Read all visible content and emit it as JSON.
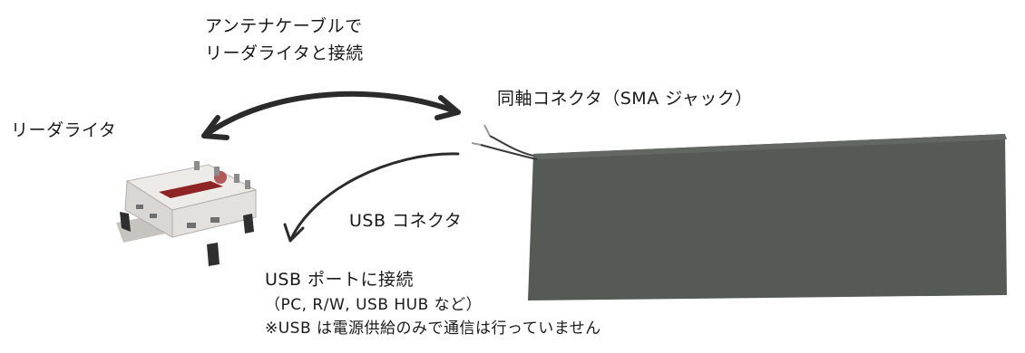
{
  "labels": {
    "cable_line1": "アンテナケーブルで",
    "cable_line2": "リーダライタと接続",
    "coax": "同軸コネクタ（SMA ジャック）",
    "reader": "リーダライタ",
    "usb_connector": "USB コネクタ",
    "usb_port": "USB ポートに接続",
    "usb_examples": "（PC, R/W,  USB HUB など）",
    "usb_note": "※USB は電源供給のみで通信は行っていません"
  },
  "colors": {
    "arrow": "#2b2b2b",
    "antenna_mat": "#555a57",
    "reader_body": "#ece9e6"
  },
  "icons": {
    "reader_device": "rfid-reader-device",
    "antenna_mat": "rfid-antenna-mat"
  }
}
